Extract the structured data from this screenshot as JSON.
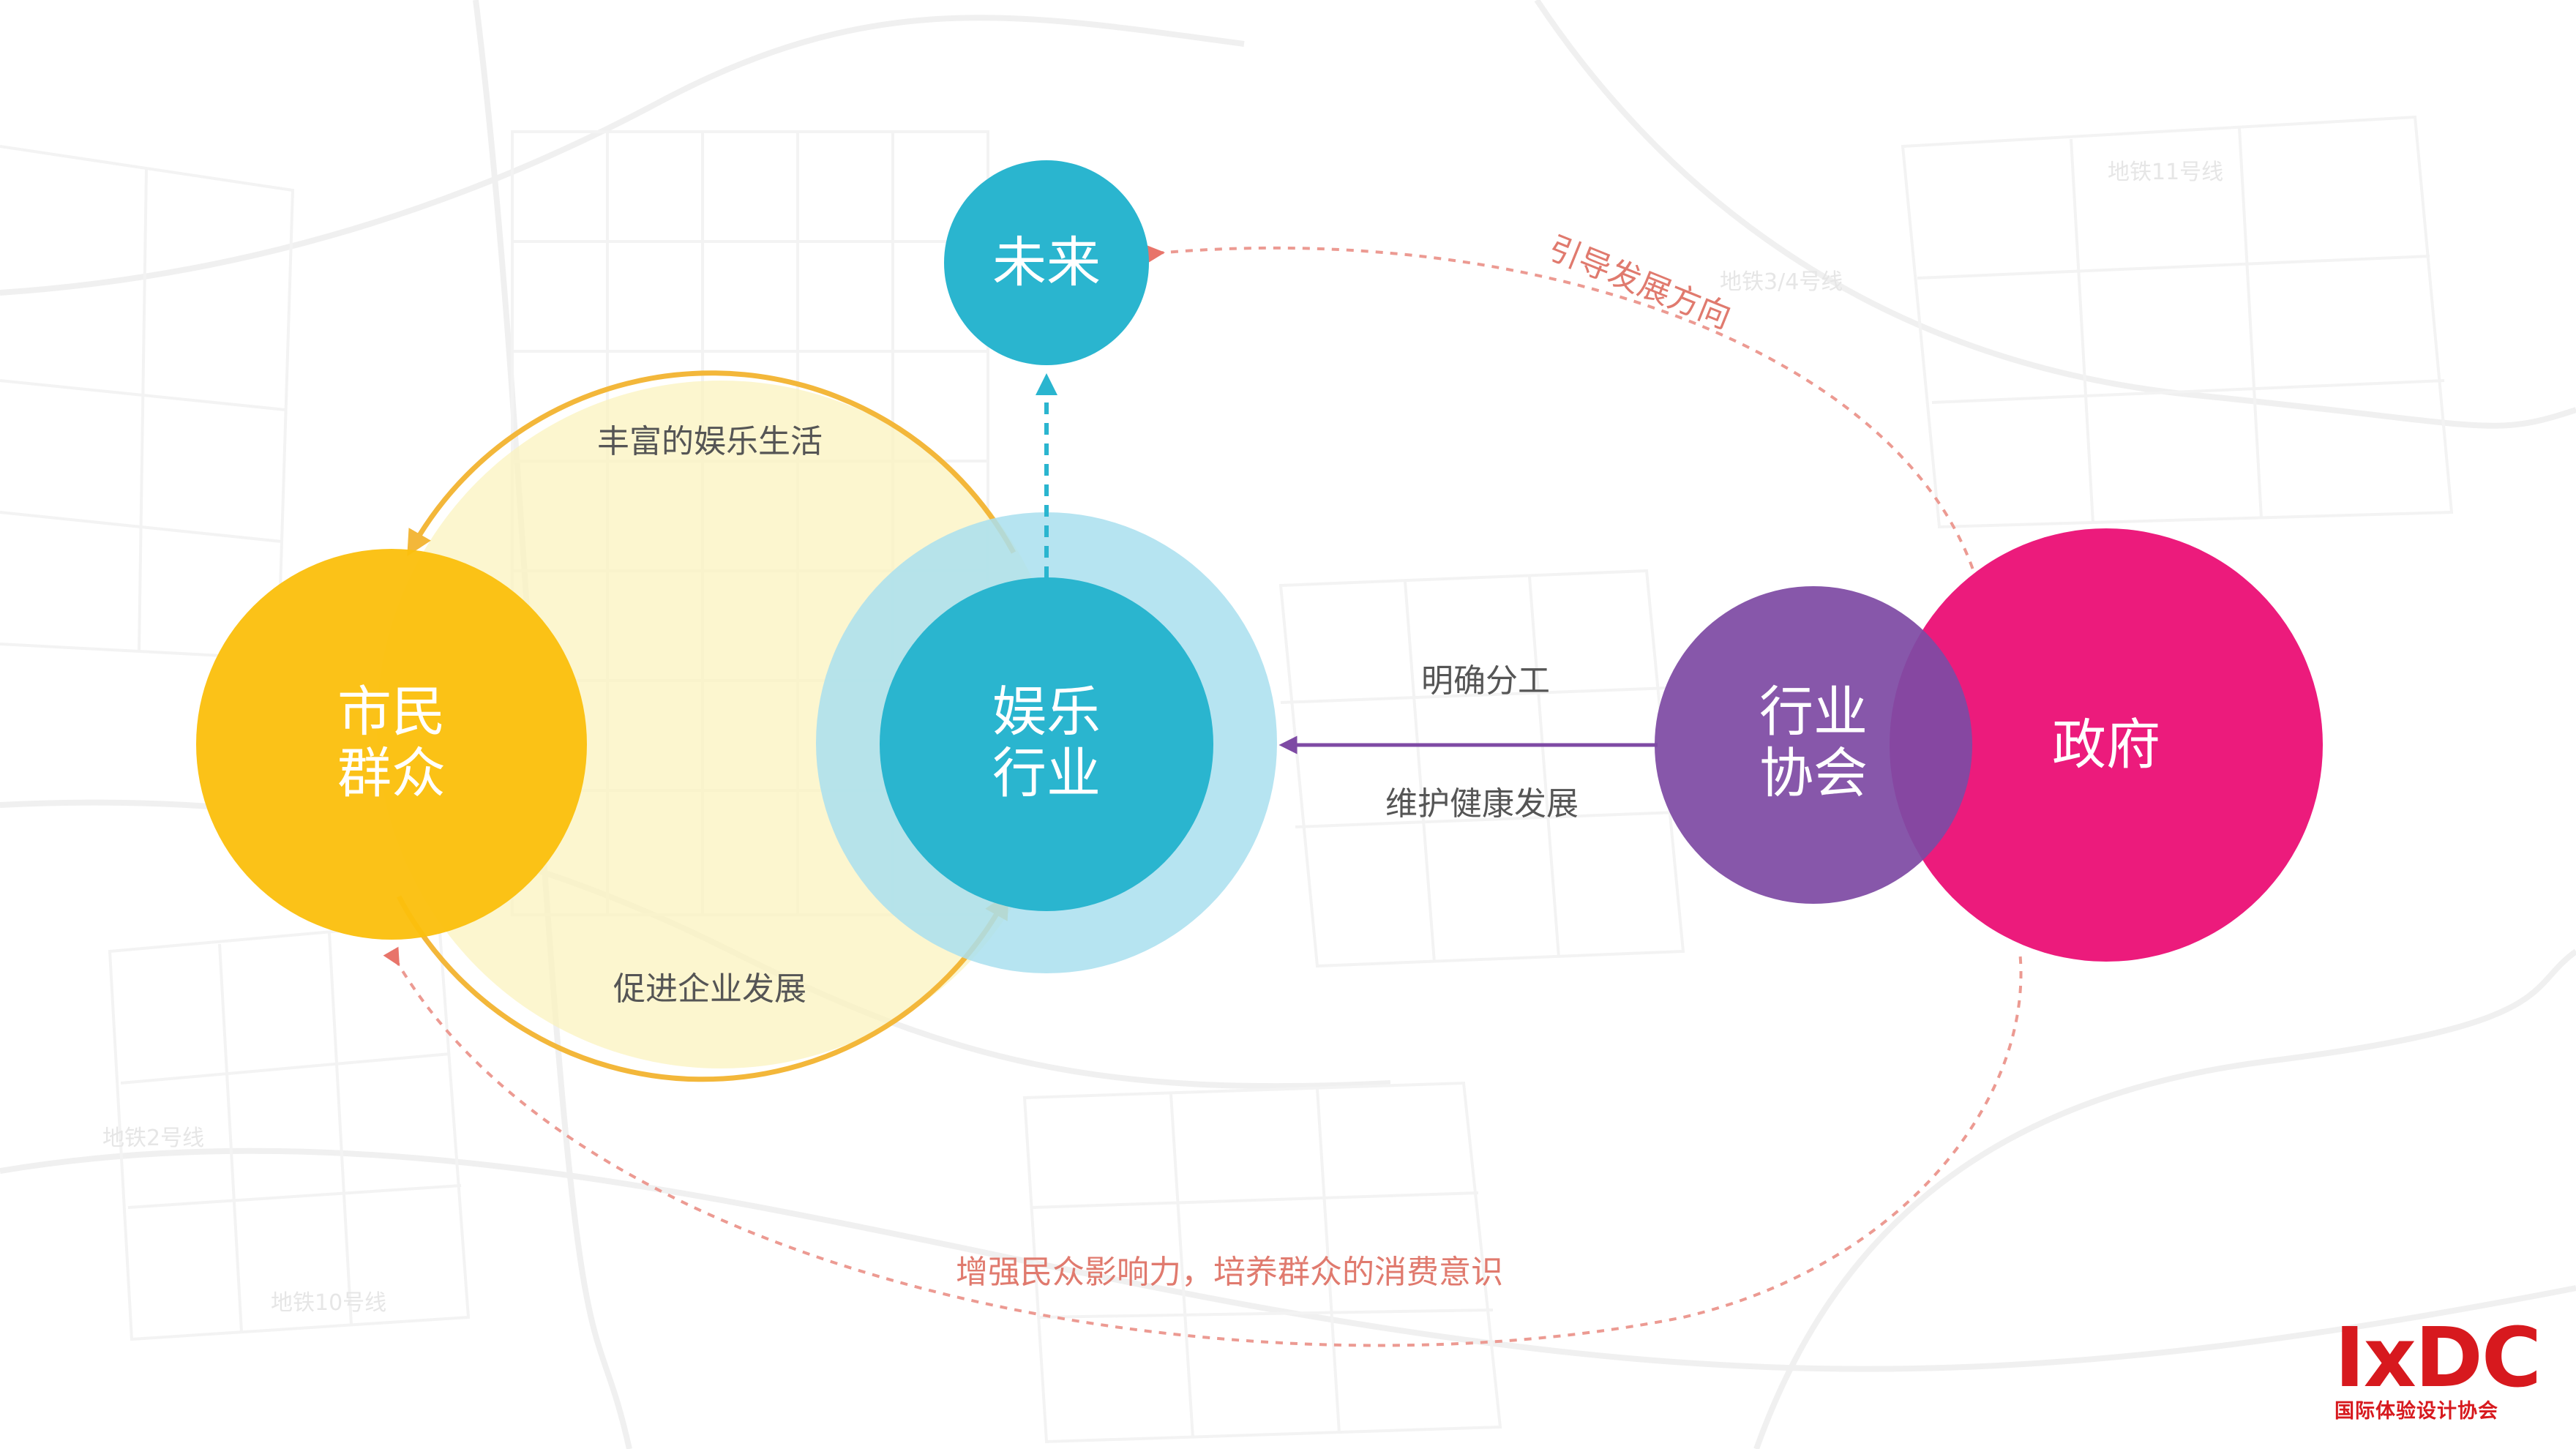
{
  "nodes": {
    "citizens": {
      "line1": "市民",
      "line2": "群众",
      "color": "#fbbf0c"
    },
    "entertainment": {
      "line1": "娱乐",
      "line2": "行业",
      "color": "#2ab5cf",
      "halo_color": "#a9dfee"
    },
    "future": {
      "label": "未来",
      "color": "#2ab5cf"
    },
    "association": {
      "line1": "行业",
      "line2": "协会",
      "color": "#7e4aa4"
    },
    "government": {
      "label": "政府",
      "color": "#ec1b7c"
    }
  },
  "edges": {
    "rich_life": "丰富的娱乐生活",
    "promote_dev": "促进企业发展",
    "clear_division": "明确分工",
    "healthy_dev": "维护健康发展",
    "guide_direction": "引导发展方向",
    "enhance_influence": "增强民众影响力，培养群众的消费意识"
  },
  "map_labels": [
    "地铁11号线",
    "地铁3/4号线",
    "地铁2号线",
    "地铁10号线"
  ],
  "logo": {
    "mark": "IxDC",
    "subtitle": "国际体验设计协会",
    "color": "#d7191e"
  },
  "colors": {
    "orange_loop": "#f3b73a",
    "orange_fill": "#fbf3bf",
    "purple_arrow": "#7e4aa4",
    "dashed_red": "#ec9a92",
    "dashed_blue": "#2ab5cf"
  }
}
